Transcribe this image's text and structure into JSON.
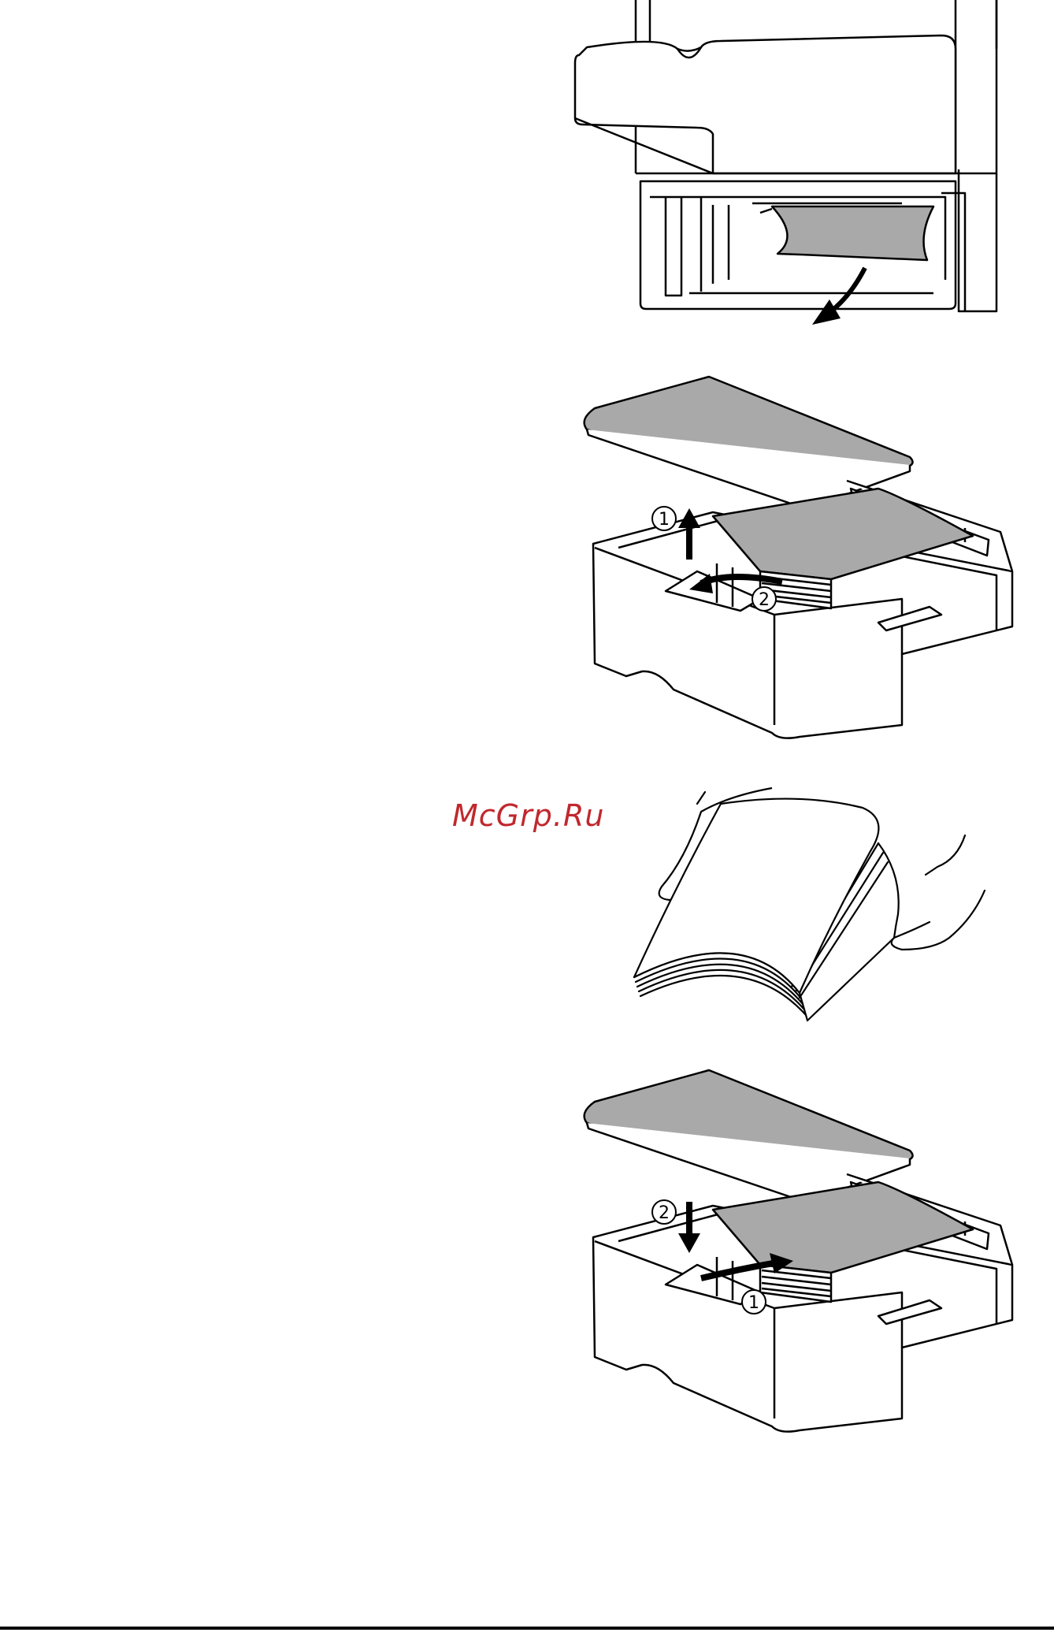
{
  "page": {
    "watermark": "McGrp.Ru",
    "background": "#ffffff",
    "watermark_color": "#c0282d"
  },
  "figures": [
    {
      "id": "tray-jam-removal",
      "callouts": []
    },
    {
      "id": "tray-open-lift-stack",
      "callouts": [
        "1",
        "2"
      ]
    },
    {
      "id": "fan-paper-stack",
      "callouts": []
    },
    {
      "id": "tray-reload-stack",
      "callouts": [
        "1",
        "2"
      ]
    }
  ],
  "colors": {
    "ink": "#000000",
    "paper_fill": "#a9a9a9",
    "tray_fill": "#ffffff"
  }
}
